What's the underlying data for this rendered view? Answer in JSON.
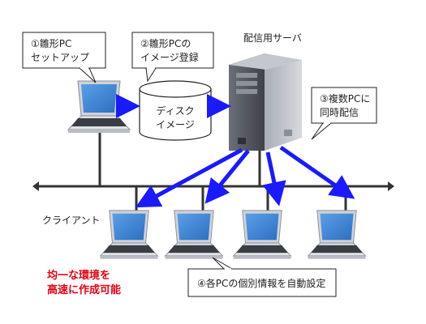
{
  "server": {
    "label": "配信用サーバ"
  },
  "callouts": {
    "setup": {
      "line1": "①雛形PC",
      "line2": "セットアップ"
    },
    "register": {
      "line1": "②雛形PCの",
      "line2": "イメージ登録"
    },
    "multicast": {
      "line1": "③複数PCに",
      "line2": "同時配信"
    },
    "auto_config": {
      "text": "④各PCの個別情報を自動設定"
    }
  },
  "disk": {
    "line1": "ディスク",
    "line2": "イメージ"
  },
  "clients": {
    "label": "クライアント"
  },
  "highlight": {
    "line1": "均一な環境を",
    "line2": "高速に作成可能",
    "color": "#e60012"
  },
  "colors": {
    "arrow": "#1a1aff",
    "network": "#333333"
  }
}
